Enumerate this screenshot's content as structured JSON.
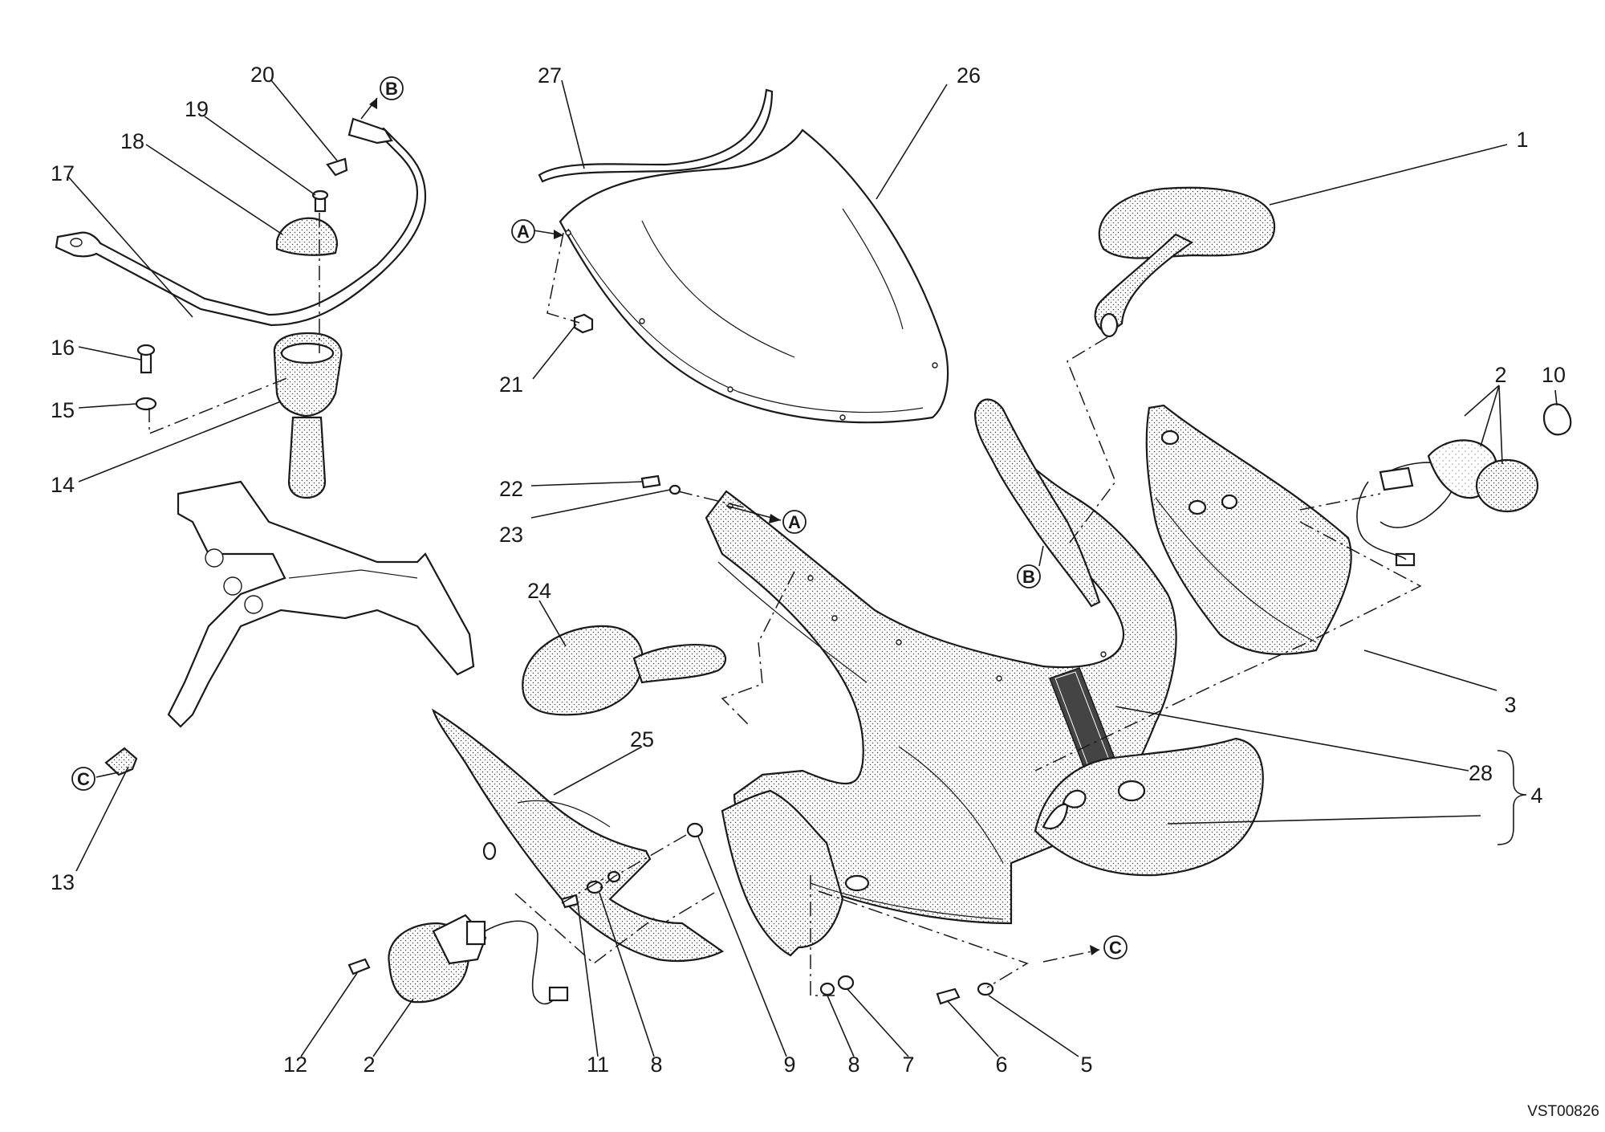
{
  "reference_code": "VST00826",
  "callouts": [
    {
      "id": "c1",
      "label": "1"
    },
    {
      "id": "c2a",
      "label": "2"
    },
    {
      "id": "c2b",
      "label": "2"
    },
    {
      "id": "c3",
      "label": "3"
    },
    {
      "id": "c4",
      "label": "4"
    },
    {
      "id": "c5",
      "label": "5"
    },
    {
      "id": "c6",
      "label": "6"
    },
    {
      "id": "c7",
      "label": "7"
    },
    {
      "id": "c8a",
      "label": "8"
    },
    {
      "id": "c8b",
      "label": "8"
    },
    {
      "id": "c9",
      "label": "9"
    },
    {
      "id": "c10",
      "label": "10"
    },
    {
      "id": "c11",
      "label": "11"
    },
    {
      "id": "c12",
      "label": "12"
    },
    {
      "id": "c13",
      "label": "13"
    },
    {
      "id": "c14",
      "label": "14"
    },
    {
      "id": "c15",
      "label": "15"
    },
    {
      "id": "c16",
      "label": "16"
    },
    {
      "id": "c17",
      "label": "17"
    },
    {
      "id": "c18",
      "label": "18"
    },
    {
      "id": "c19",
      "label": "19"
    },
    {
      "id": "c20",
      "label": "20"
    },
    {
      "id": "c21",
      "label": "21"
    },
    {
      "id": "c22",
      "label": "22"
    },
    {
      "id": "c23",
      "label": "23"
    },
    {
      "id": "c24",
      "label": "24"
    },
    {
      "id": "c25",
      "label": "25"
    },
    {
      "id": "c26",
      "label": "26"
    },
    {
      "id": "c27",
      "label": "27"
    },
    {
      "id": "c28",
      "label": "28"
    }
  ],
  "connectors": {
    "a1": "A",
    "a2": "A",
    "b1": "B",
    "b2": "B",
    "c1": "C",
    "c2": "C"
  }
}
